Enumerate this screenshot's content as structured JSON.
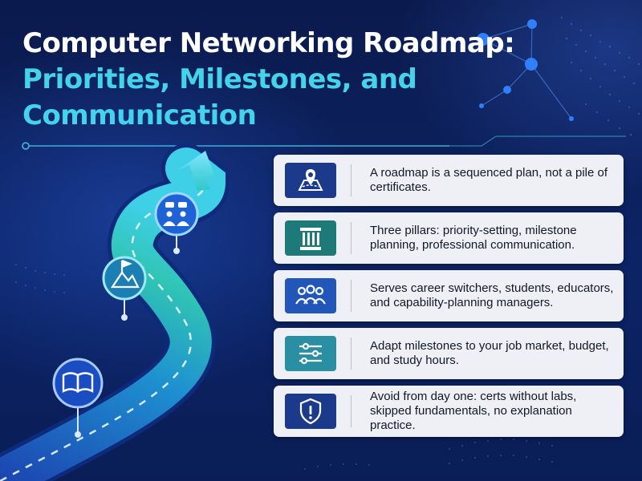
{
  "title": {
    "part1": "Computer Networking Roadmap: ",
    "part2": "Priorities, Milestones, and Communication"
  },
  "colors": {
    "accent": "#44d3ea",
    "background": "#0a1f5c",
    "card": "#eef0f5",
    "icon_navy": "#1b3a8c",
    "icon_teal": "#1d7a78",
    "icon_blue": "#2256b8",
    "icon_cyan": "#2a8fa3"
  },
  "path_milestones": [
    {
      "icon": "people-chat-icon"
    },
    {
      "icon": "mountain-flag-icon"
    },
    {
      "icon": "book-icon"
    }
  ],
  "cards": [
    {
      "icon": "map-pin-icon",
      "text": "A roadmap is a sequenced plan, not a pile of certificates."
    },
    {
      "icon": "pillar-icon",
      "text": "Three pillars: priority-setting, milestone planning, professional communication."
    },
    {
      "icon": "people-group-icon",
      "text": "Serves career switchers, students, educators, and capability-planning managers."
    },
    {
      "icon": "sliders-icon",
      "text": "Adapt milestones to your job market, budget, and study hours."
    },
    {
      "icon": "shield-alert-icon",
      "text": "Avoid from day one: certs without labs, skipped fundamentals, no explanation practice."
    }
  ]
}
